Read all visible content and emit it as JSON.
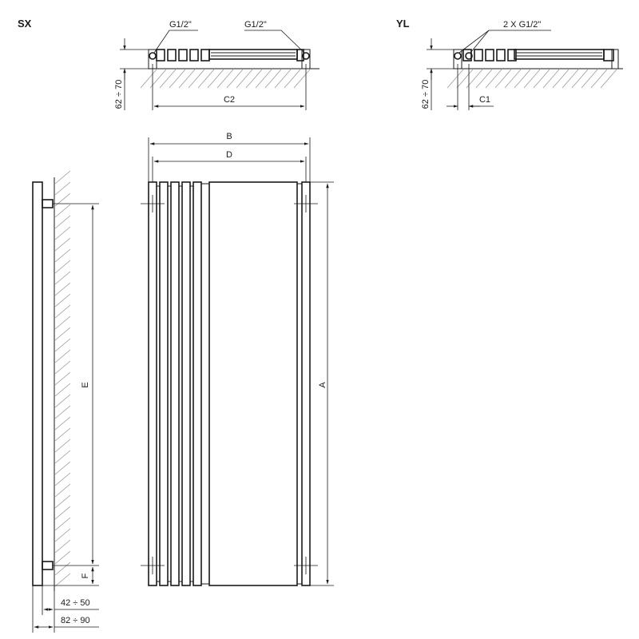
{
  "views": {
    "sx": {
      "title": "SX",
      "conn_left": "G1/2\"",
      "conn_right": "G1/2\"",
      "depth": "62 ÷ 70",
      "spacing": "C2"
    },
    "yl": {
      "title": "YL",
      "conn": "2 X G1/2\"",
      "depth": "62 ÷ 70",
      "spacing": "C1"
    },
    "front": {
      "width_total": "B",
      "width_inner": "D",
      "height": "A"
    },
    "side": {
      "height_e": "E",
      "offset_f": "F",
      "wall_gap": "42 ÷ 50",
      "total_depth": "82 ÷ 90"
    }
  },
  "colors": {
    "line": "#1a1a1a",
    "hatch": "#999999",
    "background": "#ffffff"
  }
}
